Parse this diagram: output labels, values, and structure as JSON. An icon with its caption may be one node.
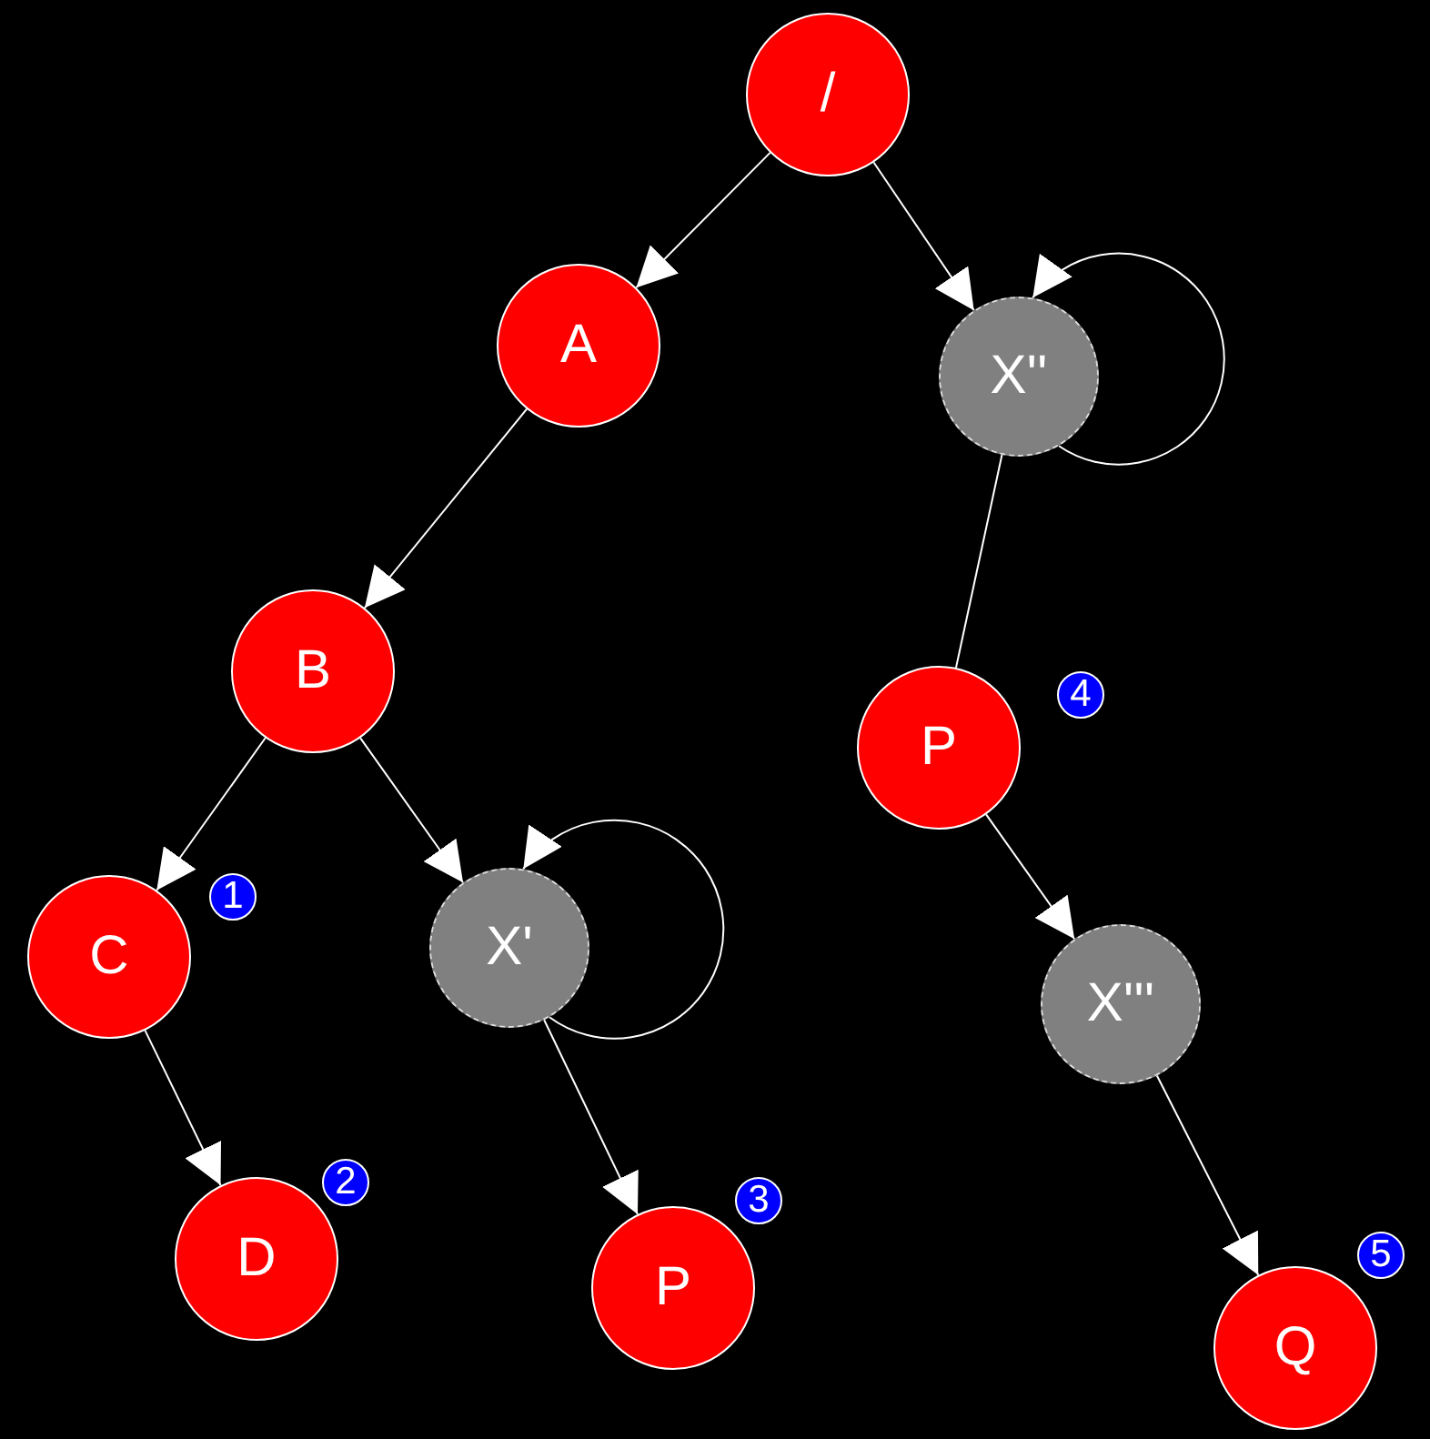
{
  "diagram": {
    "nodes": [
      {
        "text": [
          "/"
        ]
      },
      {
        "text": [
          "A"
        ]
      },
      {
        "text": [
          "X''"
        ]
      },
      {
        "text": [
          "B"
        ]
      },
      {
        "text": [
          "P"
        ],
        "beside": [
          "4"
        ]
      },
      {
        "text": [
          "C"
        ],
        "beside": [
          "1"
        ]
      },
      {
        "text": [
          "X'"
        ]
      },
      {
        "text": [
          "X'''"
        ]
      },
      {
        "text": [
          "D"
        ],
        "beside": [
          "2"
        ]
      },
      {
        "text": [
          "P"
        ],
        "beside": [
          "3"
        ]
      },
      {
        "text": [
          "Q"
        ],
        "beside": [
          "5"
        ]
      }
    ],
    "edges": [
      {
        "from": 0,
        "to": 1,
        "arrow": "to"
      },
      {
        "from": 0,
        "to": 2,
        "arrow": "to"
      },
      {
        "from": 2,
        "to": 2,
        "arrow": "to"
      },
      {
        "from": 1,
        "to": 3,
        "arrow": "to"
      },
      {
        "from": 2,
        "to": 4,
        "arrow": "none"
      },
      {
        "from": 3,
        "to": 5,
        "arrow": "to"
      },
      {
        "from": 3,
        "to": 6,
        "arrow": "to"
      },
      {
        "from": 6,
        "to": 6,
        "arrow": "to"
      },
      {
        "from": 5,
        "to": 8,
        "arrow": "to"
      },
      {
        "from": 6,
        "to": 9,
        "arrow": "to"
      },
      {
        "from": 4,
        "to": 7,
        "arrow": "to"
      },
      {
        "from": 7,
        "to": 10,
        "arrow": "to"
      }
    ]
  }
}
